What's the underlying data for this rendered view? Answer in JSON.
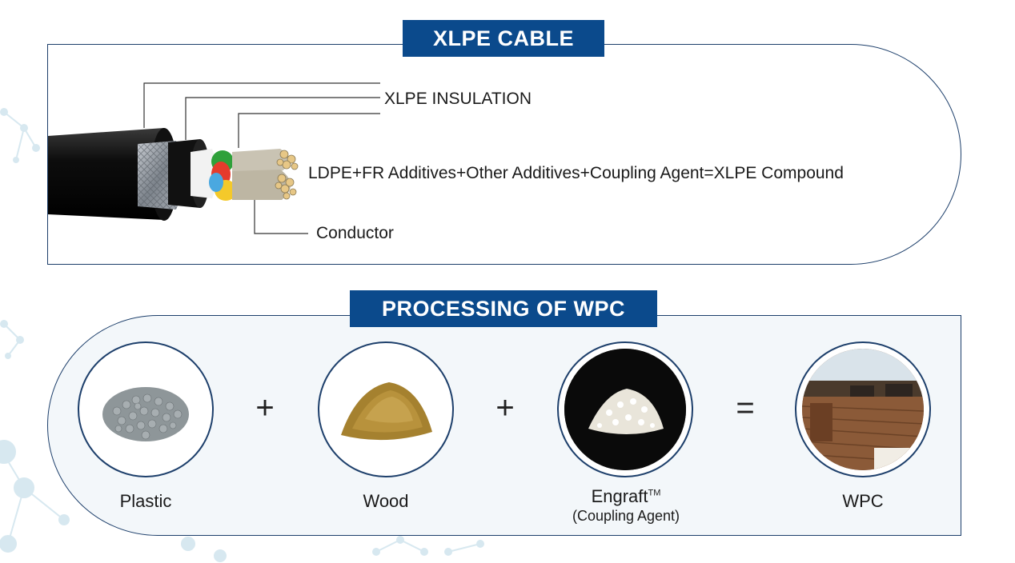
{
  "cable": {
    "title": "XLPE CABLE",
    "label_insulation": "XLPE INSULATION",
    "label_compound": "LDPE+FR Additives+Other Additives+Coupling Agent=XLPE Compound",
    "label_conductor": "Conductor"
  },
  "wpc": {
    "title": "PROCESSING OF WPC",
    "items": [
      {
        "label": "Plastic"
      },
      {
        "label": "Wood"
      },
      {
        "label": "Engraft",
        "mark": "TM",
        "sublabel": "(Coupling Agent)"
      },
      {
        "label": "WPC"
      }
    ],
    "ops": [
      "+",
      "+",
      "="
    ]
  },
  "colors": {
    "brand_blue": "#0b4a8c",
    "outline": "#1d3f6b",
    "deco": "#cfe3ee"
  }
}
